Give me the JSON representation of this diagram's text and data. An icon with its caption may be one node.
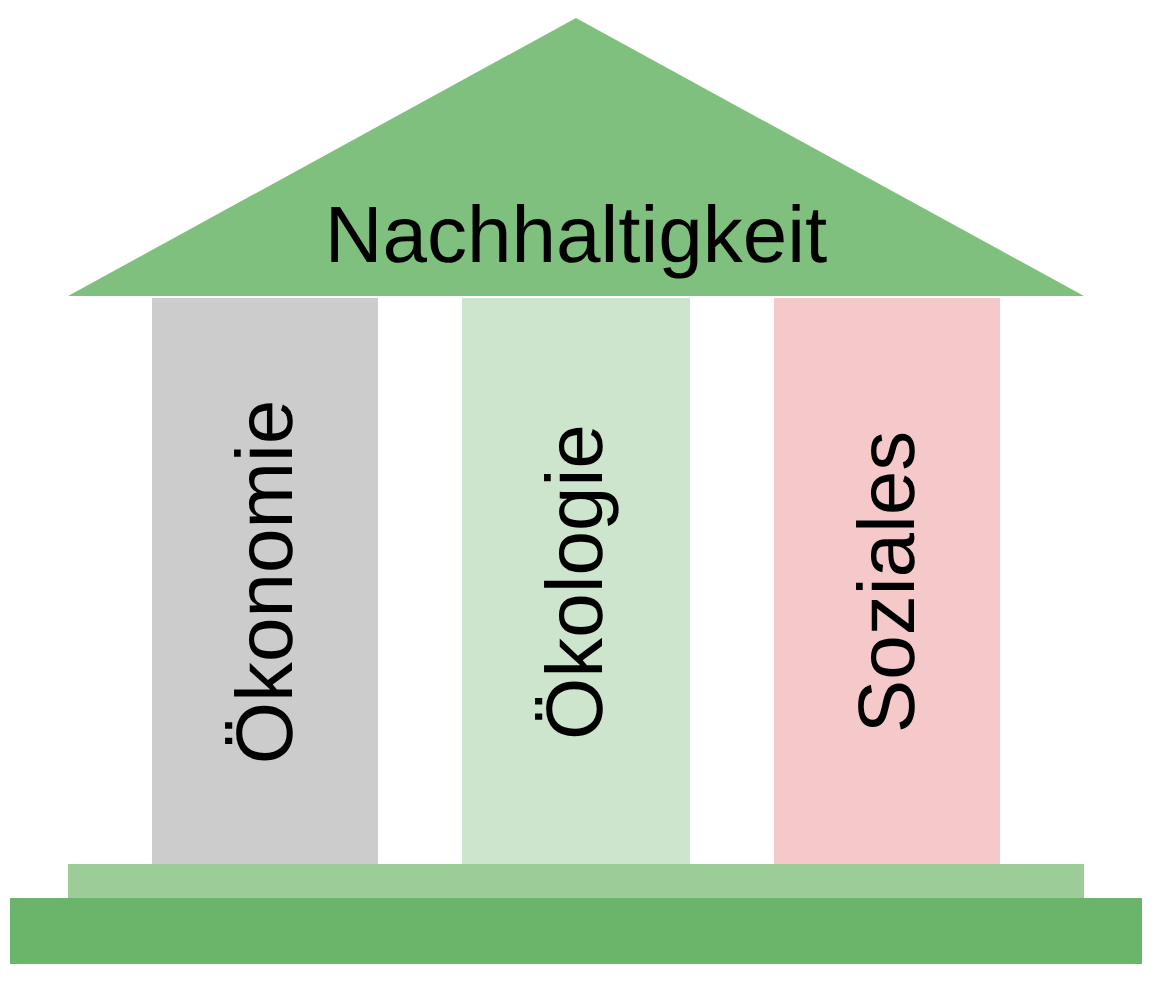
{
  "diagram": {
    "nodes": [
      {
        "text": [
          "Nachhaltigkeit"
        ]
      },
      {
        "text": [
          "Ökonomie"
        ]
      },
      {
        "text": [
          "Ökologie"
        ]
      },
      {
        "text": [
          "Soziales"
        ]
      },
      {
        "text": [],
        "shape": "bar"
      },
      {
        "text": [],
        "shape": "bar"
      }
    ]
  }
}
